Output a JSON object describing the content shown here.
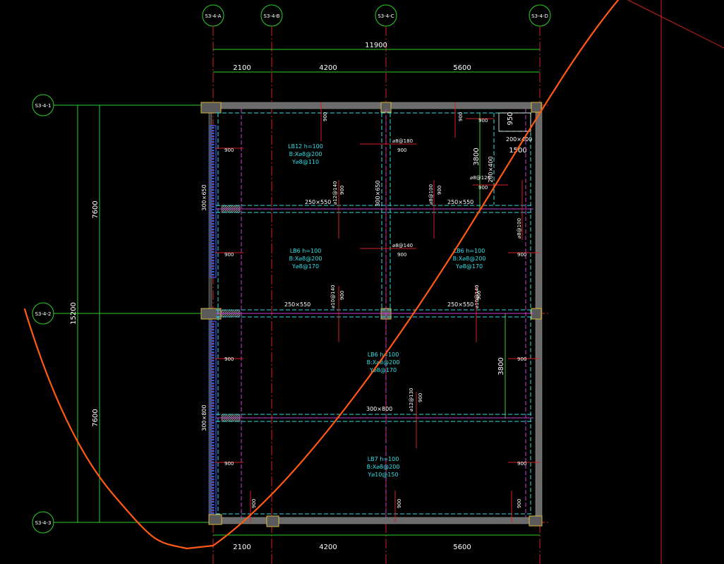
{
  "axes": {
    "columns": [
      "S3-4-A",
      "S3-4-B",
      "S3-4-C",
      "S3-4-D"
    ],
    "rows": [
      "S3-4-1",
      "S3-4-2",
      "S3-4-3"
    ]
  },
  "dimensions": {
    "top_total": "11900",
    "top_spans": [
      "2100",
      "4200",
      "5600"
    ],
    "bottom_spans": [
      "2100",
      "4200",
      "5600"
    ],
    "left_total": "15200",
    "left_spans": [
      "7600",
      "7600"
    ],
    "right_upper": "3800",
    "right_lower": "3800",
    "corner": "950",
    "corner_width": "1500"
  },
  "slabs": [
    {
      "name": "LB12 h=100",
      "bx": "B:X⌀8@200",
      "by": "Y⌀8@110"
    },
    {
      "name": "LB6 h=100",
      "bx": "B:X⌀8@200",
      "by": "Y⌀8@170"
    },
    {
      "name": "LB6 h=100",
      "bx": "B:X⌀8@200",
      "by": "Y⌀8@170"
    },
    {
      "name": "LB6 h=100",
      "bx": "B:X⌀8@200",
      "by": "Y⌀8@170"
    },
    {
      "name": "LB7 h=100",
      "bx": "B:X⌀8@200",
      "by": "Y⌀10@150"
    }
  ],
  "beams": {
    "b1": "250×550",
    "b2": "250×550",
    "b3": "250×550",
    "b4": "250×550",
    "b5": "300×800",
    "v1": "300×650",
    "v2": "300×650",
    "v3": "300×800",
    "v4": "200×400",
    "h4": "200×400"
  },
  "rebar": {
    "r1": "⌀8@180",
    "r2": "⌀8@140",
    "r3": "⌀12@140",
    "r4": "⌀8@100",
    "r5": "⌀8@120",
    "r6": "⌀8@100",
    "r7": "⌀10@140",
    "r8": "⌀10@140",
    "r9": "⌀12@130"
  },
  "lengths": {
    "l900": "900"
  }
}
